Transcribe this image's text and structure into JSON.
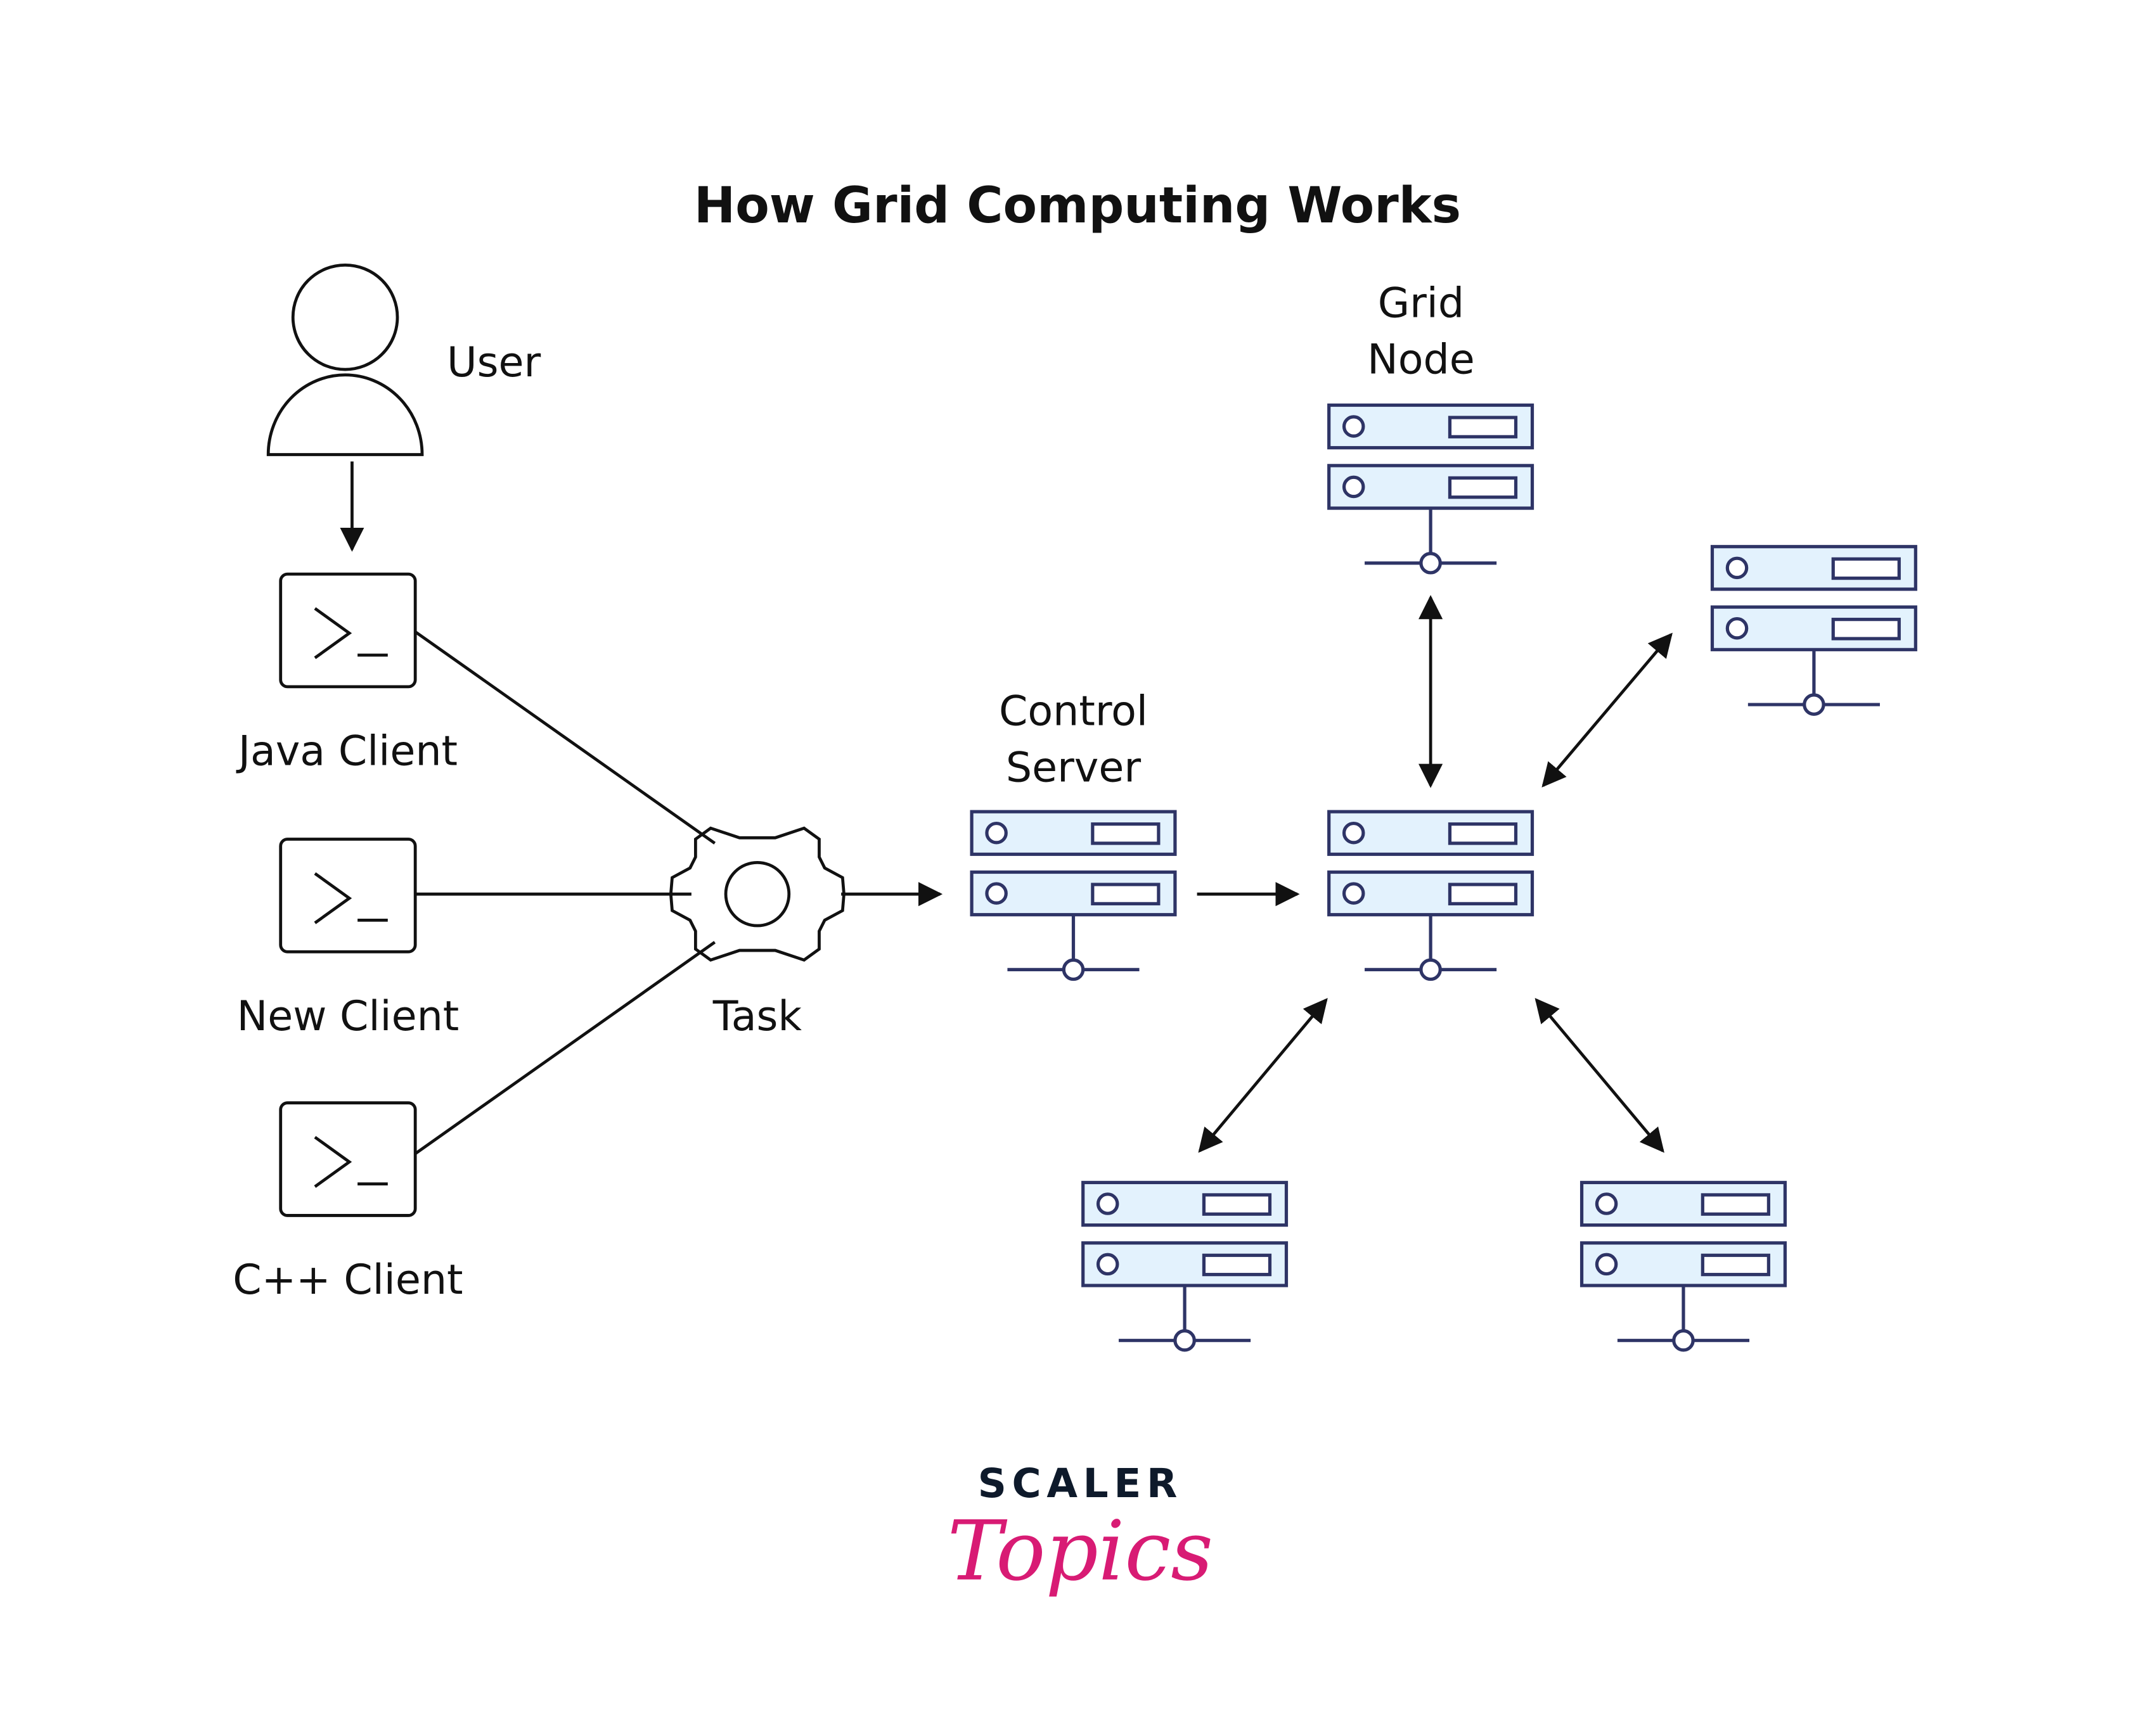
{
  "title": "How Grid Computing Works",
  "user": {
    "label": "User",
    "icon": "user-icon",
    "fill": "#e3f2fd"
  },
  "clients": [
    {
      "label": "Java Client",
      "icon": "terminal-icon",
      "fill": "#fde6ef"
    },
    {
      "label": "New Client",
      "icon": "terminal-icon",
      "fill": "#e6e6fb"
    },
    {
      "label": "C++ Client",
      "icon": "terminal-icon",
      "fill": "#fdf4e6"
    }
  ],
  "task": {
    "label": "Task",
    "icon": "gear-icon",
    "fill": "#e0fbfc"
  },
  "control_server": {
    "label_line1": "Control",
    "label_line2": "Server",
    "icon": "server-icon"
  },
  "grid_node": {
    "label_line1": "Grid",
    "label_line2": "Node",
    "icon": "server-icon"
  },
  "server_colors": {
    "stroke": "#2e3466",
    "fill": "#e3f2fd",
    "slot_fill": "#ffffff"
  },
  "logo": {
    "line1": "SCALER",
    "line2": "Topics",
    "line1_color": "#0e1a2b",
    "line2_color": "#d81b74"
  }
}
